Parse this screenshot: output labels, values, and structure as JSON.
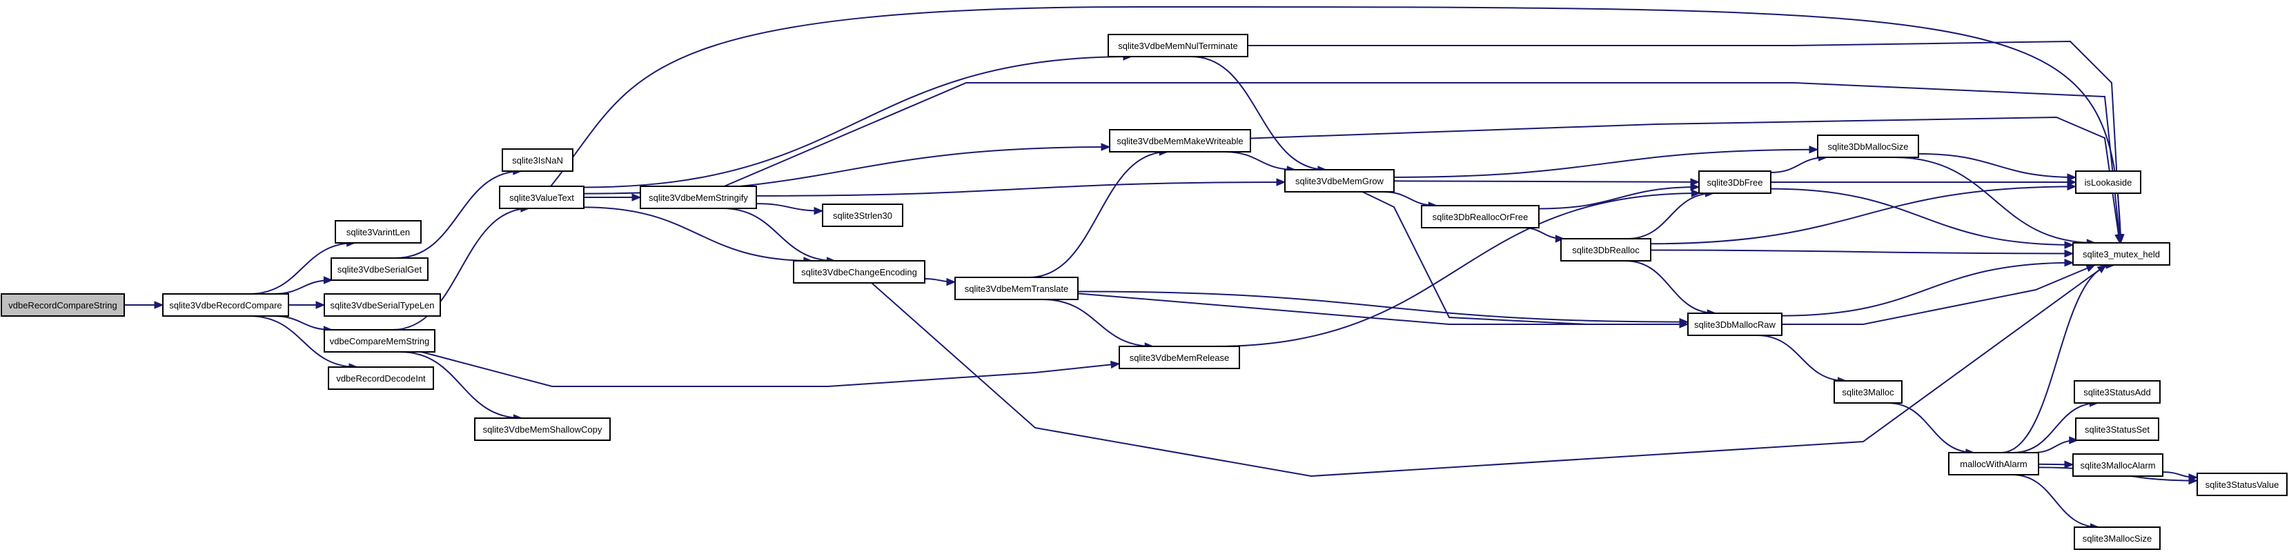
{
  "nodes": {
    "vdbeRecordCompareString": "vdbeRecordCompareString",
    "sqlite3VdbeRecordCompare": "sqlite3VdbeRecordCompare",
    "sqlite3VarintLen": "sqlite3VarintLen",
    "sqlite3VdbeSerialGet": "sqlite3VdbeSerialGet",
    "sqlite3VdbeSerialTypeLen": "sqlite3VdbeSerialTypeLen",
    "vdbeCompareMemString": "vdbeCompareMemString",
    "vdbeRecordDecodeInt": "vdbeRecordDecodeInt",
    "sqlite3IsNaN": "sqlite3IsNaN",
    "sqlite3ValueText": "sqlite3ValueText",
    "sqlite3VdbeMemShallowCopy": "sqlite3VdbeMemShallowCopy",
    "sqlite3VdbeMemStringify": "sqlite3VdbeMemStringify",
    "sqlite3VdbeChangeEncoding": "sqlite3VdbeChangeEncoding",
    "sqlite3Strlen30": "sqlite3Strlen30",
    "sqlite3VdbeMemNulTerminate": "sqlite3VdbeMemNulTerminate",
    "sqlite3VdbeMemMakeWriteable": "sqlite3VdbeMemMakeWriteable",
    "sqlite3VdbeMemTranslate": "sqlite3VdbeMemTranslate",
    "sqlite3VdbeMemRelease": "sqlite3VdbeMemRelease",
    "sqlite3VdbeMemGrow": "sqlite3VdbeMemGrow",
    "sqlite3DbReallocOrFree": "sqlite3DbReallocOrFree",
    "sqlite3DbFree": "sqlite3DbFree",
    "sqlite3DbRealloc": "sqlite3DbRealloc",
    "sqlite3DbMallocRaw": "sqlite3DbMallocRaw",
    "sqlite3Malloc": "sqlite3Malloc",
    "sqlite3DbMallocSize": "sqlite3DbMallocSize",
    "isLookaside": "isLookaside",
    "sqlite3_mutex_held": "sqlite3_mutex_held",
    "mallocWithAlarm": "mallocWithAlarm",
    "sqlite3StatusAdd": "sqlite3StatusAdd",
    "sqlite3StatusSet": "sqlite3StatusSet",
    "sqlite3MallocAlarm": "sqlite3MallocAlarm",
    "sqlite3StatusValue": "sqlite3StatusValue",
    "sqlite3MallocSize": "sqlite3MallocSize"
  },
  "edges": [
    [
      "vdbeRecordCompareString",
      "sqlite3VdbeRecordCompare"
    ],
    [
      "sqlite3VdbeRecordCompare",
      "sqlite3VarintLen"
    ],
    [
      "sqlite3VdbeRecordCompare",
      "sqlite3VdbeSerialGet"
    ],
    [
      "sqlite3VdbeRecordCompare",
      "sqlite3VdbeSerialTypeLen"
    ],
    [
      "sqlite3VdbeRecordCompare",
      "vdbeCompareMemString"
    ],
    [
      "sqlite3VdbeRecordCompare",
      "vdbeRecordDecodeInt"
    ],
    [
      "sqlite3VdbeSerialGet",
      "sqlite3IsNaN"
    ],
    [
      "vdbeCompareMemString",
      "sqlite3ValueText"
    ],
    [
      "vdbeCompareMemString",
      "sqlite3VdbeMemShallowCopy"
    ],
    [
      "vdbeCompareMemString",
      "sqlite3VdbeMemRelease"
    ],
    [
      "sqlite3ValueText",
      "sqlite3VdbeMemNulTerminate"
    ],
    [
      "sqlite3ValueText",
      "sqlite3VdbeMemMakeWriteable"
    ],
    [
      "sqlite3ValueText",
      "sqlite3VdbeMemStringify"
    ],
    [
      "sqlite3ValueText",
      "sqlite3VdbeChangeEncoding"
    ],
    [
      "sqlite3ValueText",
      "sqlite3_mutex_held"
    ],
    [
      "sqlite3VdbeMemStringify",
      "sqlite3VdbeMemGrow"
    ],
    [
      "sqlite3VdbeMemStringify",
      "sqlite3Strlen30"
    ],
    [
      "sqlite3VdbeMemStringify",
      "sqlite3VdbeChangeEncoding"
    ],
    [
      "sqlite3VdbeMemStringify",
      "sqlite3_mutex_held"
    ],
    [
      "sqlite3VdbeChangeEncoding",
      "sqlite3VdbeMemTranslate"
    ],
    [
      "sqlite3VdbeChangeEncoding",
      "sqlite3_mutex_held"
    ],
    [
      "sqlite3VdbeMemNulTerminate",
      "sqlite3VdbeMemGrow"
    ],
    [
      "sqlite3VdbeMemNulTerminate",
      "sqlite3_mutex_held"
    ],
    [
      "sqlite3VdbeMemMakeWriteable",
      "sqlite3VdbeMemGrow"
    ],
    [
      "sqlite3VdbeMemMakeWriteable",
      "sqlite3_mutex_held"
    ],
    [
      "sqlite3VdbeMemTranslate",
      "sqlite3VdbeMemMakeWriteable"
    ],
    [
      "sqlite3VdbeMemTranslate",
      "sqlite3VdbeMemRelease"
    ],
    [
      "sqlite3VdbeMemTranslate",
      "sqlite3DbMallocRaw"
    ],
    [
      "sqlite3VdbeMemTranslate",
      "sqlite3_mutex_held"
    ],
    [
      "sqlite3VdbeMemRelease",
      "sqlite3DbFree"
    ],
    [
      "sqlite3VdbeMemGrow",
      "sqlite3DbMallocSize"
    ],
    [
      "sqlite3VdbeMemGrow",
      "sqlite3DbFree"
    ],
    [
      "sqlite3VdbeMemGrow",
      "sqlite3DbReallocOrFree"
    ],
    [
      "sqlite3VdbeMemGrow",
      "sqlite3DbMallocRaw"
    ],
    [
      "sqlite3DbReallocOrFree",
      "sqlite3DbFree"
    ],
    [
      "sqlite3DbReallocOrFree",
      "sqlite3DbRealloc"
    ],
    [
      "sqlite3DbFree",
      "sqlite3DbMallocSize"
    ],
    [
      "sqlite3DbFree",
      "isLookaside"
    ],
    [
      "sqlite3DbFree",
      "sqlite3_mutex_held"
    ],
    [
      "sqlite3DbRealloc",
      "sqlite3DbFree"
    ],
    [
      "sqlite3DbRealloc",
      "isLookaside"
    ],
    [
      "sqlite3DbRealloc",
      "sqlite3_mutex_held"
    ],
    [
      "sqlite3DbRealloc",
      "sqlite3DbMallocRaw"
    ],
    [
      "sqlite3DbMallocRaw",
      "sqlite3_mutex_held"
    ],
    [
      "sqlite3DbMallocRaw",
      "sqlite3Malloc"
    ],
    [
      "sqlite3DbMallocSize",
      "isLookaside"
    ],
    [
      "sqlite3DbMallocSize",
      "sqlite3_mutex_held"
    ],
    [
      "sqlite3Malloc",
      "mallocWithAlarm"
    ],
    [
      "mallocWithAlarm",
      "sqlite3_mutex_held"
    ],
    [
      "mallocWithAlarm",
      "sqlite3StatusAdd"
    ],
    [
      "mallocWithAlarm",
      "sqlite3StatusSet"
    ],
    [
      "mallocWithAlarm",
      "sqlite3MallocAlarm"
    ],
    [
      "mallocWithAlarm",
      "sqlite3StatusValue"
    ],
    [
      "mallocWithAlarm",
      "sqlite3MallocSize"
    ],
    [
      "sqlite3MallocAlarm",
      "sqlite3StatusValue"
    ]
  ],
  "colors": {
    "edge": "#191970",
    "node_border": "#000000",
    "node_fill": "#ffffff",
    "root_fill": "#bfbfbf"
  }
}
